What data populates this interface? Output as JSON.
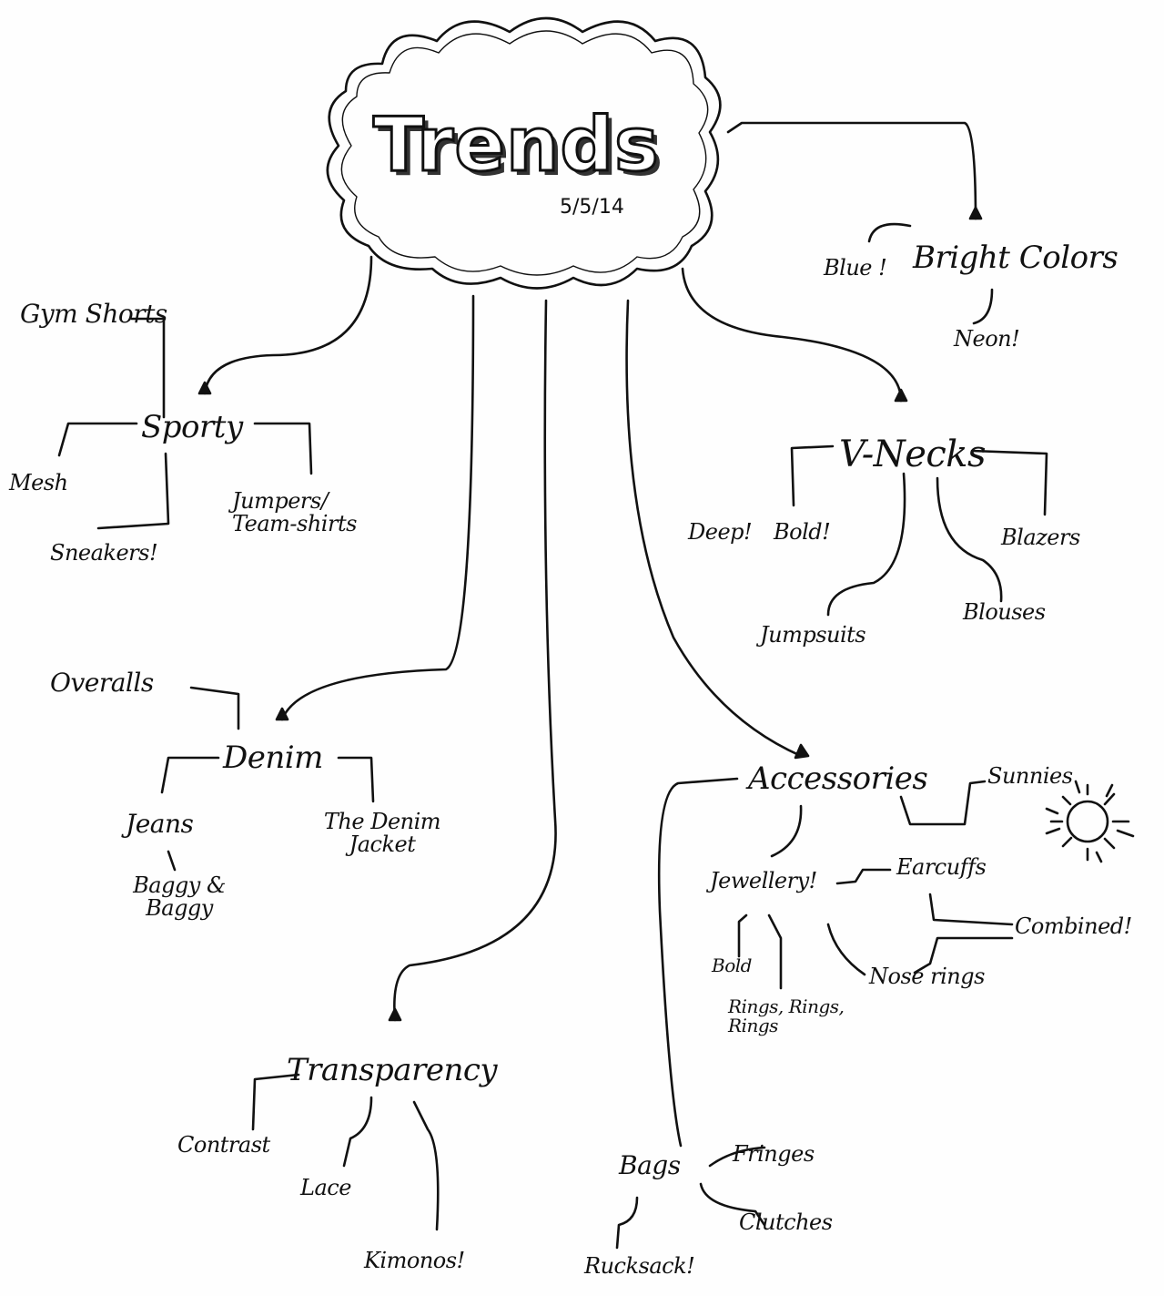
{
  "title": "Trends",
  "date": "5/5/14",
  "branches": {
    "bright_colors": {
      "label": "Bright Colors",
      "items": [
        "Blue",
        "Neon"
      ]
    },
    "sporty": {
      "label": "Sporty",
      "items": [
        "Gym Shorts",
        "Mesh",
        "Sneakers",
        "Jumpers/ Team-shirts"
      ]
    },
    "vnecks": {
      "label": "V-Necks",
      "items": [
        "Deep",
        "Bold",
        "Blazers",
        "Jumpsuits",
        "Blouses"
      ]
    },
    "denim": {
      "label": "Denim",
      "items": [
        "Overalls",
        "Jeans",
        "Baggy & Baggy",
        "The Denim Jacket"
      ]
    },
    "accessories": {
      "label": "Accessories",
      "items": [
        "Sunnies",
        "Jewellery",
        "Earcuffs",
        "Combined",
        "Bold",
        "Nose rings",
        "Rings, Rings, Rings"
      ]
    },
    "transparency": {
      "label": "Transparency",
      "items": [
        "Contrast",
        "Lace",
        "Kimonos"
      ]
    },
    "bags": {
      "label": "Bags",
      "items": [
        "Fringes",
        "Clutches",
        "Rucksack"
      ]
    }
  },
  "marks": {
    "exclaim": "!"
  },
  "colors": {
    "ink": "#111111",
    "paper": "#fefefe"
  }
}
